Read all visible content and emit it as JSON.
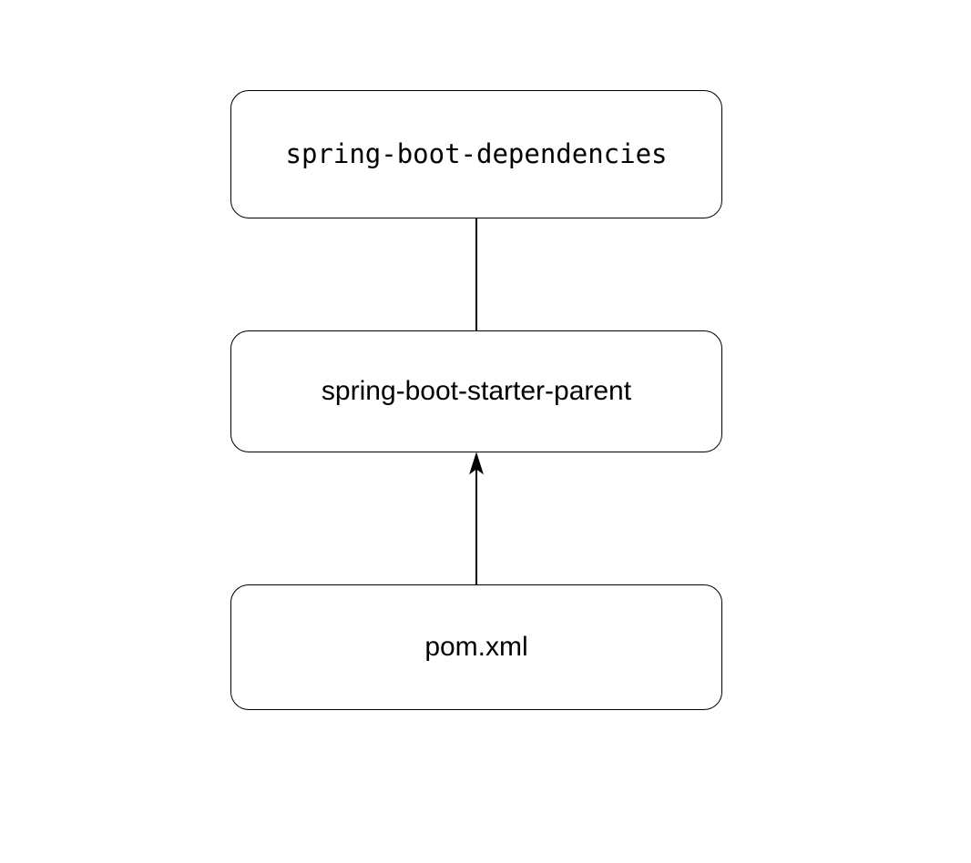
{
  "diagram": {
    "title_hint": "maven parent pom hierarchy",
    "nodes": [
      {
        "id": "spring-boot-dependencies",
        "label": "spring-boot-dependencies"
      },
      {
        "id": "spring-boot-starter-parent",
        "label": "spring-boot-starter-parent"
      },
      {
        "id": "pom-xml",
        "label": "pom.xml"
      }
    ],
    "edges": [
      {
        "from": "spring-boot-dependencies",
        "to": "spring-boot-starter-parent",
        "style": "plain-line",
        "arrow": "none"
      },
      {
        "from": "pom-xml",
        "to": "spring-boot-starter-parent",
        "style": "plain-line",
        "arrow": "filled-arrowhead-at-target"
      }
    ],
    "colors": {
      "background": "#ffffff",
      "node_fill": "#ffffff",
      "node_stroke": "#000000",
      "edge_stroke": "#000000",
      "text": "#000000"
    }
  }
}
